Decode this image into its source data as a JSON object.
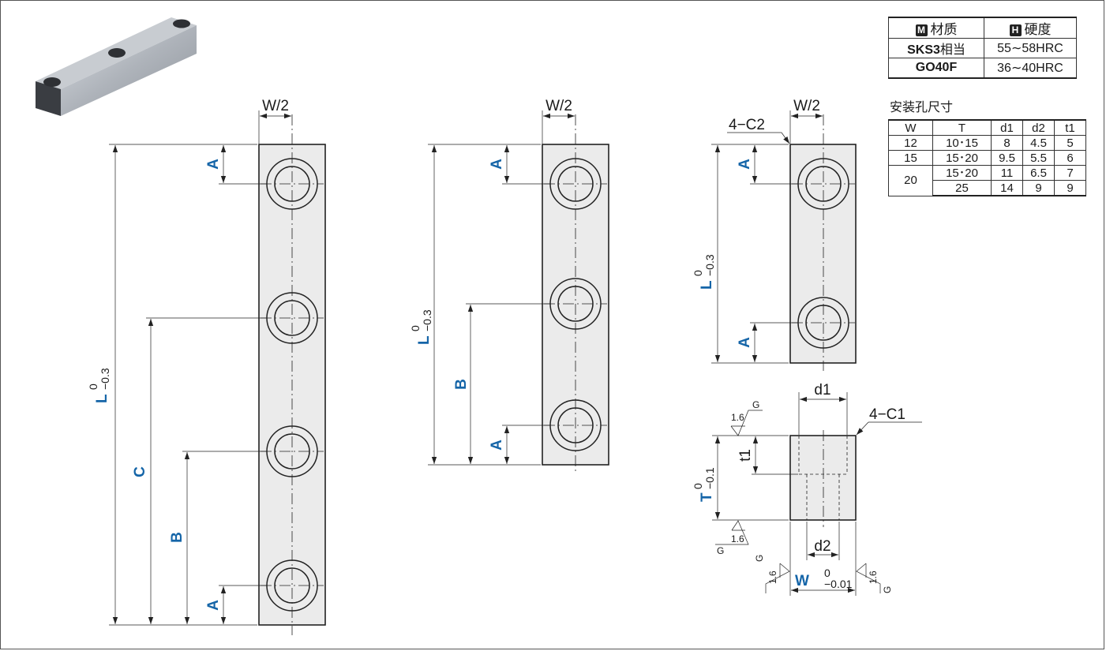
{
  "views": {
    "four_hole": {
      "w_half": "W/2",
      "length": "L",
      "length_tol_upper": "0",
      "length_tol_lower": "−0.3",
      "dim_a": "A",
      "dim_b": "B",
      "dim_c": "C"
    },
    "three_hole": {
      "w_half": "W/2",
      "length": "L",
      "length_tol_upper": "0",
      "length_tol_lower": "−0.3",
      "dim_a": "A",
      "dim_b": "B"
    },
    "two_hole": {
      "w_half": "W/2",
      "chamfer": "4−C2",
      "length": "L",
      "length_tol_upper": "0",
      "length_tol_lower": "−0.3",
      "dim_a": "A"
    },
    "section": {
      "d1": "d1",
      "d2": "d2",
      "chamfer": "4−C1",
      "t1": "t1",
      "thickness": "T",
      "thickness_tol_upper": "0",
      "thickness_tol_lower": "−0.1",
      "width": "W",
      "width_tol_upper": "0",
      "width_tol_lower": "−0.01",
      "roughness": "1.6",
      "grind": "G"
    }
  },
  "material_table": {
    "headers": [
      {
        "badge": "M",
        "label": "材质"
      },
      {
        "badge": "H",
        "label": "硬度"
      }
    ],
    "rows": [
      {
        "material": "SKS3",
        "material_suffix": "相当",
        "hardness": "55∼58HRC"
      },
      {
        "material": "GO40F",
        "material_suffix": "",
        "hardness": "36∼40HRC"
      }
    ]
  },
  "hole_table": {
    "title": "安装孔尺寸",
    "headers": [
      "W",
      "T",
      "d1",
      "d2",
      "t1"
    ],
    "rows": [
      {
        "W": "12",
        "T": "10･15",
        "d1": "8",
        "d2": "4.5",
        "t1": "5"
      },
      {
        "W": "15",
        "T": "15･20",
        "d1": "9.5",
        "d2": "5.5",
        "t1": "6"
      },
      {
        "W": "20",
        "T": "15･20",
        "d1": "11",
        "d2": "6.5",
        "t1": "7"
      },
      {
        "W": "",
        "T": "25",
        "d1": "14",
        "d2": "9",
        "t1": "9"
      }
    ]
  }
}
